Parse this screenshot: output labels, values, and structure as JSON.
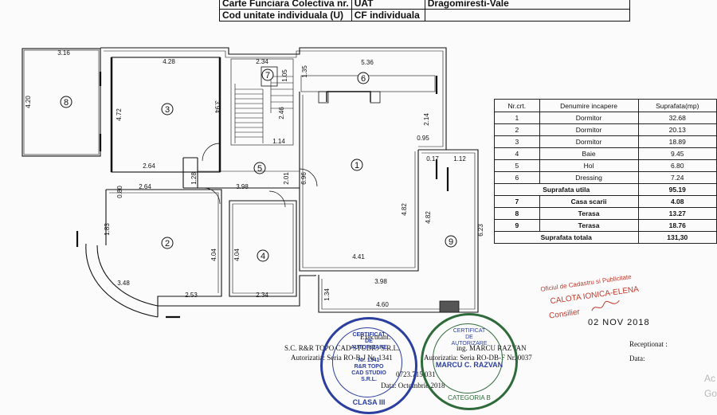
{
  "header": {
    "rows": [
      {
        "left": "Carte Funciara Colectiva nr.",
        "right_label": "UAT",
        "right_value": "Dragomiresti-Vale"
      },
      {
        "left": "Cod unitate individuala (U)",
        "right_label": "CF individuala",
        "right_value": ""
      }
    ]
  },
  "plan": {
    "room_numbers": [
      "1",
      "2",
      "3",
      "4",
      "5",
      "6",
      "7",
      "8",
      "9"
    ],
    "dimensions": {
      "d316": "3.16",
      "d428": "4.28",
      "d234a": "2.34",
      "d536": "5.36",
      "d420": "4.20",
      "d472": "4.72",
      "d394": "3.94",
      "d105": "1.05",
      "d135": "1.35",
      "d246": "2.46",
      "d214": "2.14",
      "d264a": "2.64",
      "d114": "1.14",
      "d095": "0.95",
      "d017": "0.17",
      "d112": "1.12",
      "d128": "1.28",
      "d201": "2.01",
      "d696": "6.96",
      "d080": "0.80",
      "d264b": "2.64",
      "d398a": "3.98",
      "d183": "1.83",
      "d404a": "4.04",
      "d404b": "4.04",
      "d482a": "4.82",
      "d482b": "4.82",
      "d623": "6.23",
      "d348": "3.48",
      "d441": "4.41",
      "d253": "2.53",
      "d234b": "2.34",
      "d398b": "3.98",
      "d134": "1.34",
      "d460": "4.60"
    }
  },
  "rooms_table": {
    "headers": [
      "Nr.crt.",
      "Denumire incapere",
      "Suprafata(mp)"
    ],
    "rows": [
      {
        "nr": "1",
        "name": "Dormitor",
        "area": "32.68"
      },
      {
        "nr": "2",
        "name": "Dormitor",
        "area": "20.13"
      },
      {
        "nr": "3",
        "name": "Dormitor",
        "area": "18.89"
      },
      {
        "nr": "4",
        "name": "Baie",
        "area": "9.45"
      },
      {
        "nr": "5",
        "name": "Hol",
        "area": "6.80"
      },
      {
        "nr": "6",
        "name": "Dressing",
        "area": "7.24"
      }
    ],
    "util_label": "Suprafata utila",
    "util_value": "95.19",
    "rows2": [
      {
        "nr": "7",
        "name": "Casa scarii",
        "area": "4.08"
      },
      {
        "nr": "8",
        "name": "Terasa",
        "area": "13.27"
      },
      {
        "nr": "9",
        "name": "Terasa",
        "area": "18.76"
      }
    ],
    "total_label": "Suprafata totala",
    "total_value": "131,30"
  },
  "footer": {
    "executant": "Executant:",
    "company": "S.C. R&R TOPO CAD STUDIO S.R.L.",
    "company_auth": "Autorizatia: Seria RO-B-J Nr. 1341",
    "engineer": "ing. MARCU RAZVAN",
    "engineer_auth": "Autorizatia: Seria RO-DB-F Nr. 0037",
    "phone": "0723.715.031",
    "date": "Data: Octombrie 2018",
    "receptionat": "Receptionat :",
    "data": "Data:"
  },
  "stamps": {
    "s1_lines": [
      "CERTIFICAT",
      "DE",
      "AUTORIZARE",
      "Nr. 1341",
      "R&R TOPO",
      "CAD STUDIO",
      "S.R.L."
    ],
    "s1_bottom": "CLASA III",
    "s2_lines": [
      "CERTIFICAT",
      "DE",
      "AUTORIZARE"
    ],
    "s2_name": "MARCU C. RAZVAN",
    "s2_bottom": "CATEGORIA B",
    "ocpi_lines": [
      "Oficiul de Cadastru si Publicitate",
      "CALOTA IONICA-ELENA",
      "Consilier",
      "02 NOV 2018"
    ]
  },
  "watermark": {
    "line1": "Ac",
    "line2": "Go"
  },
  "colors": {
    "ink": "#111111",
    "stamp_blue": "#2b3f9e",
    "stamp_green": "#2f6b3a",
    "stamp_red": "#c0392b",
    "hatch": "#555555"
  }
}
